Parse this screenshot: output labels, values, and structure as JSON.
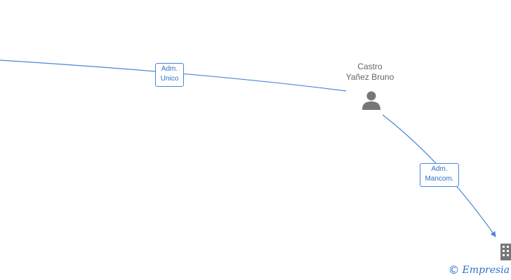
{
  "diagram": {
    "person": {
      "name_line1": "Castro",
      "name_line2": "Yañez Bruno",
      "icon": "person-icon"
    },
    "edges": [
      {
        "label_line1": "Adm.",
        "label_line2": "Unico"
      },
      {
        "label_line1": "Adm.",
        "label_line2": "Mancom."
      }
    ],
    "company": {
      "icon": "building-icon"
    }
  },
  "watermark": {
    "copyright_symbol": "©",
    "brand": "Empresia"
  },
  "colors": {
    "edge": "#4a86d8",
    "label_text": "#2f6fca",
    "node_icon": "#777777",
    "name_text": "#666666"
  }
}
